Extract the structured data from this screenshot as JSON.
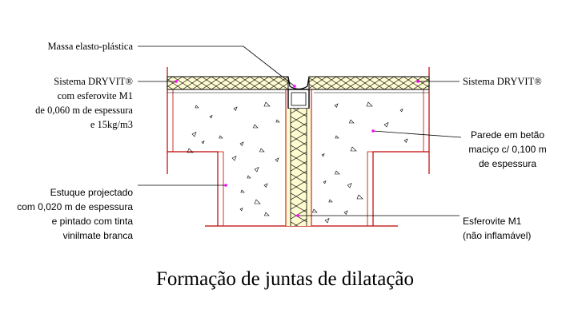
{
  "labels": {
    "massa": "Massa elasto-plástica",
    "dryvit_left": [
      "Sistema DRYVIT®",
      "com esferovite M1",
      "de 0,060 m de espessura",
      "e 15kg/m3"
    ],
    "dryvit_right": "Sistema DRYVIT®",
    "parede": [
      "Parede em betão",
      "maciço c/ 0,100 m",
      "de espessura"
    ],
    "estuque": [
      "Estuque projectado",
      "com 0,020 m de espessura",
      "e pintado com tinta",
      "vinilmate branca"
    ],
    "esferovite": [
      "Esferovite M1",
      "(não inflamável)"
    ]
  },
  "caption": "Formação de juntas de dilatação",
  "colors": {
    "wall_line": "#c00000",
    "insulation_fill": "#fffbd0",
    "leader": "#000000",
    "dot": "#ff00ff"
  }
}
